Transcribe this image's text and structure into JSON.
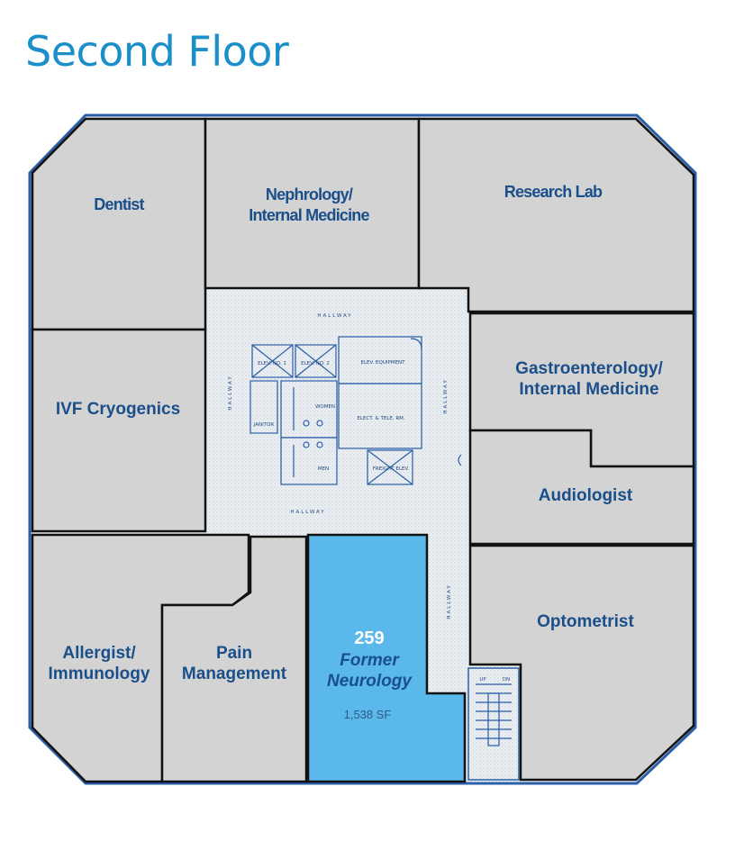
{
  "page": {
    "title": "Second Floor"
  },
  "colors": {
    "title": "#1a8fc9",
    "suite_fill": "#5bb8ea",
    "room_fill": "#d3d3d3",
    "label": "#1a4f8a",
    "blueprint": "#2b5fa8"
  },
  "rooms": {
    "dentist": "Dentist",
    "nephrology": [
      "Nephrology/",
      "Internal Medicine"
    ],
    "research": "Research Lab",
    "ivf": "IVF Cryogenics",
    "gastro": [
      "Gastroenterology/",
      "Internal Medicine"
    ],
    "audiologist": "Audiologist",
    "optometrist": "Optometrist",
    "allergist": [
      "Allergist/",
      "Immunology"
    ],
    "pain": [
      "Pain",
      "Management"
    ]
  },
  "suite": {
    "number": "259",
    "name": [
      "Former",
      "Neurology"
    ],
    "area": "1,538 SF"
  },
  "core_labels": {
    "hallway": "HALLWAY",
    "elev1": "ELEV. NO. 1",
    "elev2": "ELEV. NO. 2",
    "elev_equipment": "ELEV. EQUIPMENT",
    "elect_tele": "ELECT. & TELE. RM.",
    "freight": "FREIGHT ELEV.",
    "janitor": "JANITOR",
    "women": "WOMEN",
    "men": "MEN",
    "up": "UP",
    "dn": "DN"
  }
}
